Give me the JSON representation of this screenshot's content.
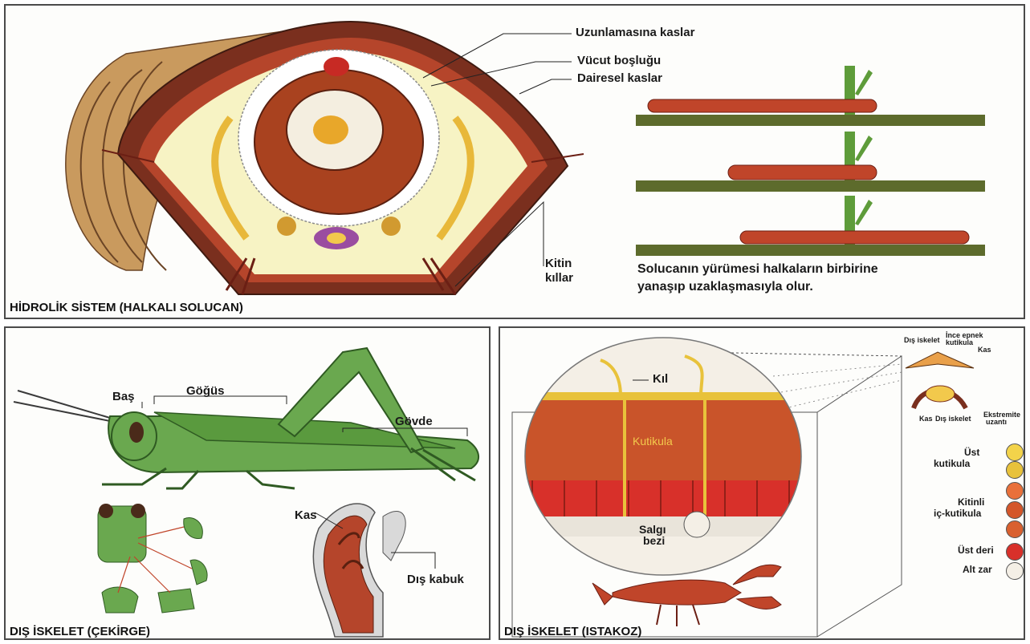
{
  "panels": {
    "hydraulic": {
      "caption": "HİDROLİK SİSTEM (HALKALI SOLUCAN)",
      "labels": {
        "longitudinal": "Uzunlamasına kaslar",
        "body_cavity": "Vücut boşluğu",
        "circular": "Dairesel kaslar",
        "chitin_line1": "Kitin",
        "chitin_line2": "kıllar"
      },
      "walk_text_line1": "Solucanın yürümesi halkaların birbirine",
      "walk_text_line2": "yanaşıp uzaklaşmasıyla olur."
    },
    "grasshopper": {
      "caption": "DIŞ İSKELET (ÇEKİRGE)",
      "labels": {
        "head": "Baş",
        "thorax": "Göğüs",
        "abdomen": "Gövde",
        "muscle": "Kas",
        "outer_shell": "Dış kabuk"
      }
    },
    "lobster": {
      "caption": "DIŞ İSKELET (ISTAKOZ)",
      "labels": {
        "hair": "Kıl",
        "cuticle": "Kutikula",
        "gland_line1": "Salgı",
        "gland_line2": "bezi",
        "exo_top": "Dış iskelet",
        "thin_cuticle_1": "İnce epnek",
        "thin_cuticle_2": "kutikula",
        "muscle_top": "Kas",
        "muscle_bottom": "Kas",
        "exo_bottom": "Dış iskelet",
        "ekstremite_1": "Ekstremite",
        "ekstremite_2": "uzantı"
      },
      "legend": [
        {
          "line1": "Üst",
          "line2": "kutikula",
          "colors": [
            "#f3d34a",
            "#e8c23b"
          ]
        },
        {
          "line1": "Kitinli",
          "line2": "iç-kutikula",
          "colors": [
            "#e9703a",
            "#d4562a",
            "#d9602f"
          ]
        },
        {
          "line1": "Üst deri",
          "line2": "",
          "colors": [
            "#d8302a"
          ]
        },
        {
          "line1": "Alt zar",
          "line2": "",
          "colors": [
            "#f4efe6"
          ]
        }
      ]
    }
  },
  "colors": {
    "muscle_dark": "#7a2f1e",
    "muscle_red": "#b5452b",
    "cavity_yellow": "#f7f3c4",
    "grass_green": "#5e9c3a",
    "ground": "#5d6b2c",
    "grasshopper_green": "#6aa84f",
    "cuticle_orange": "#c9542a",
    "epidermis_red": "#d8302a"
  }
}
